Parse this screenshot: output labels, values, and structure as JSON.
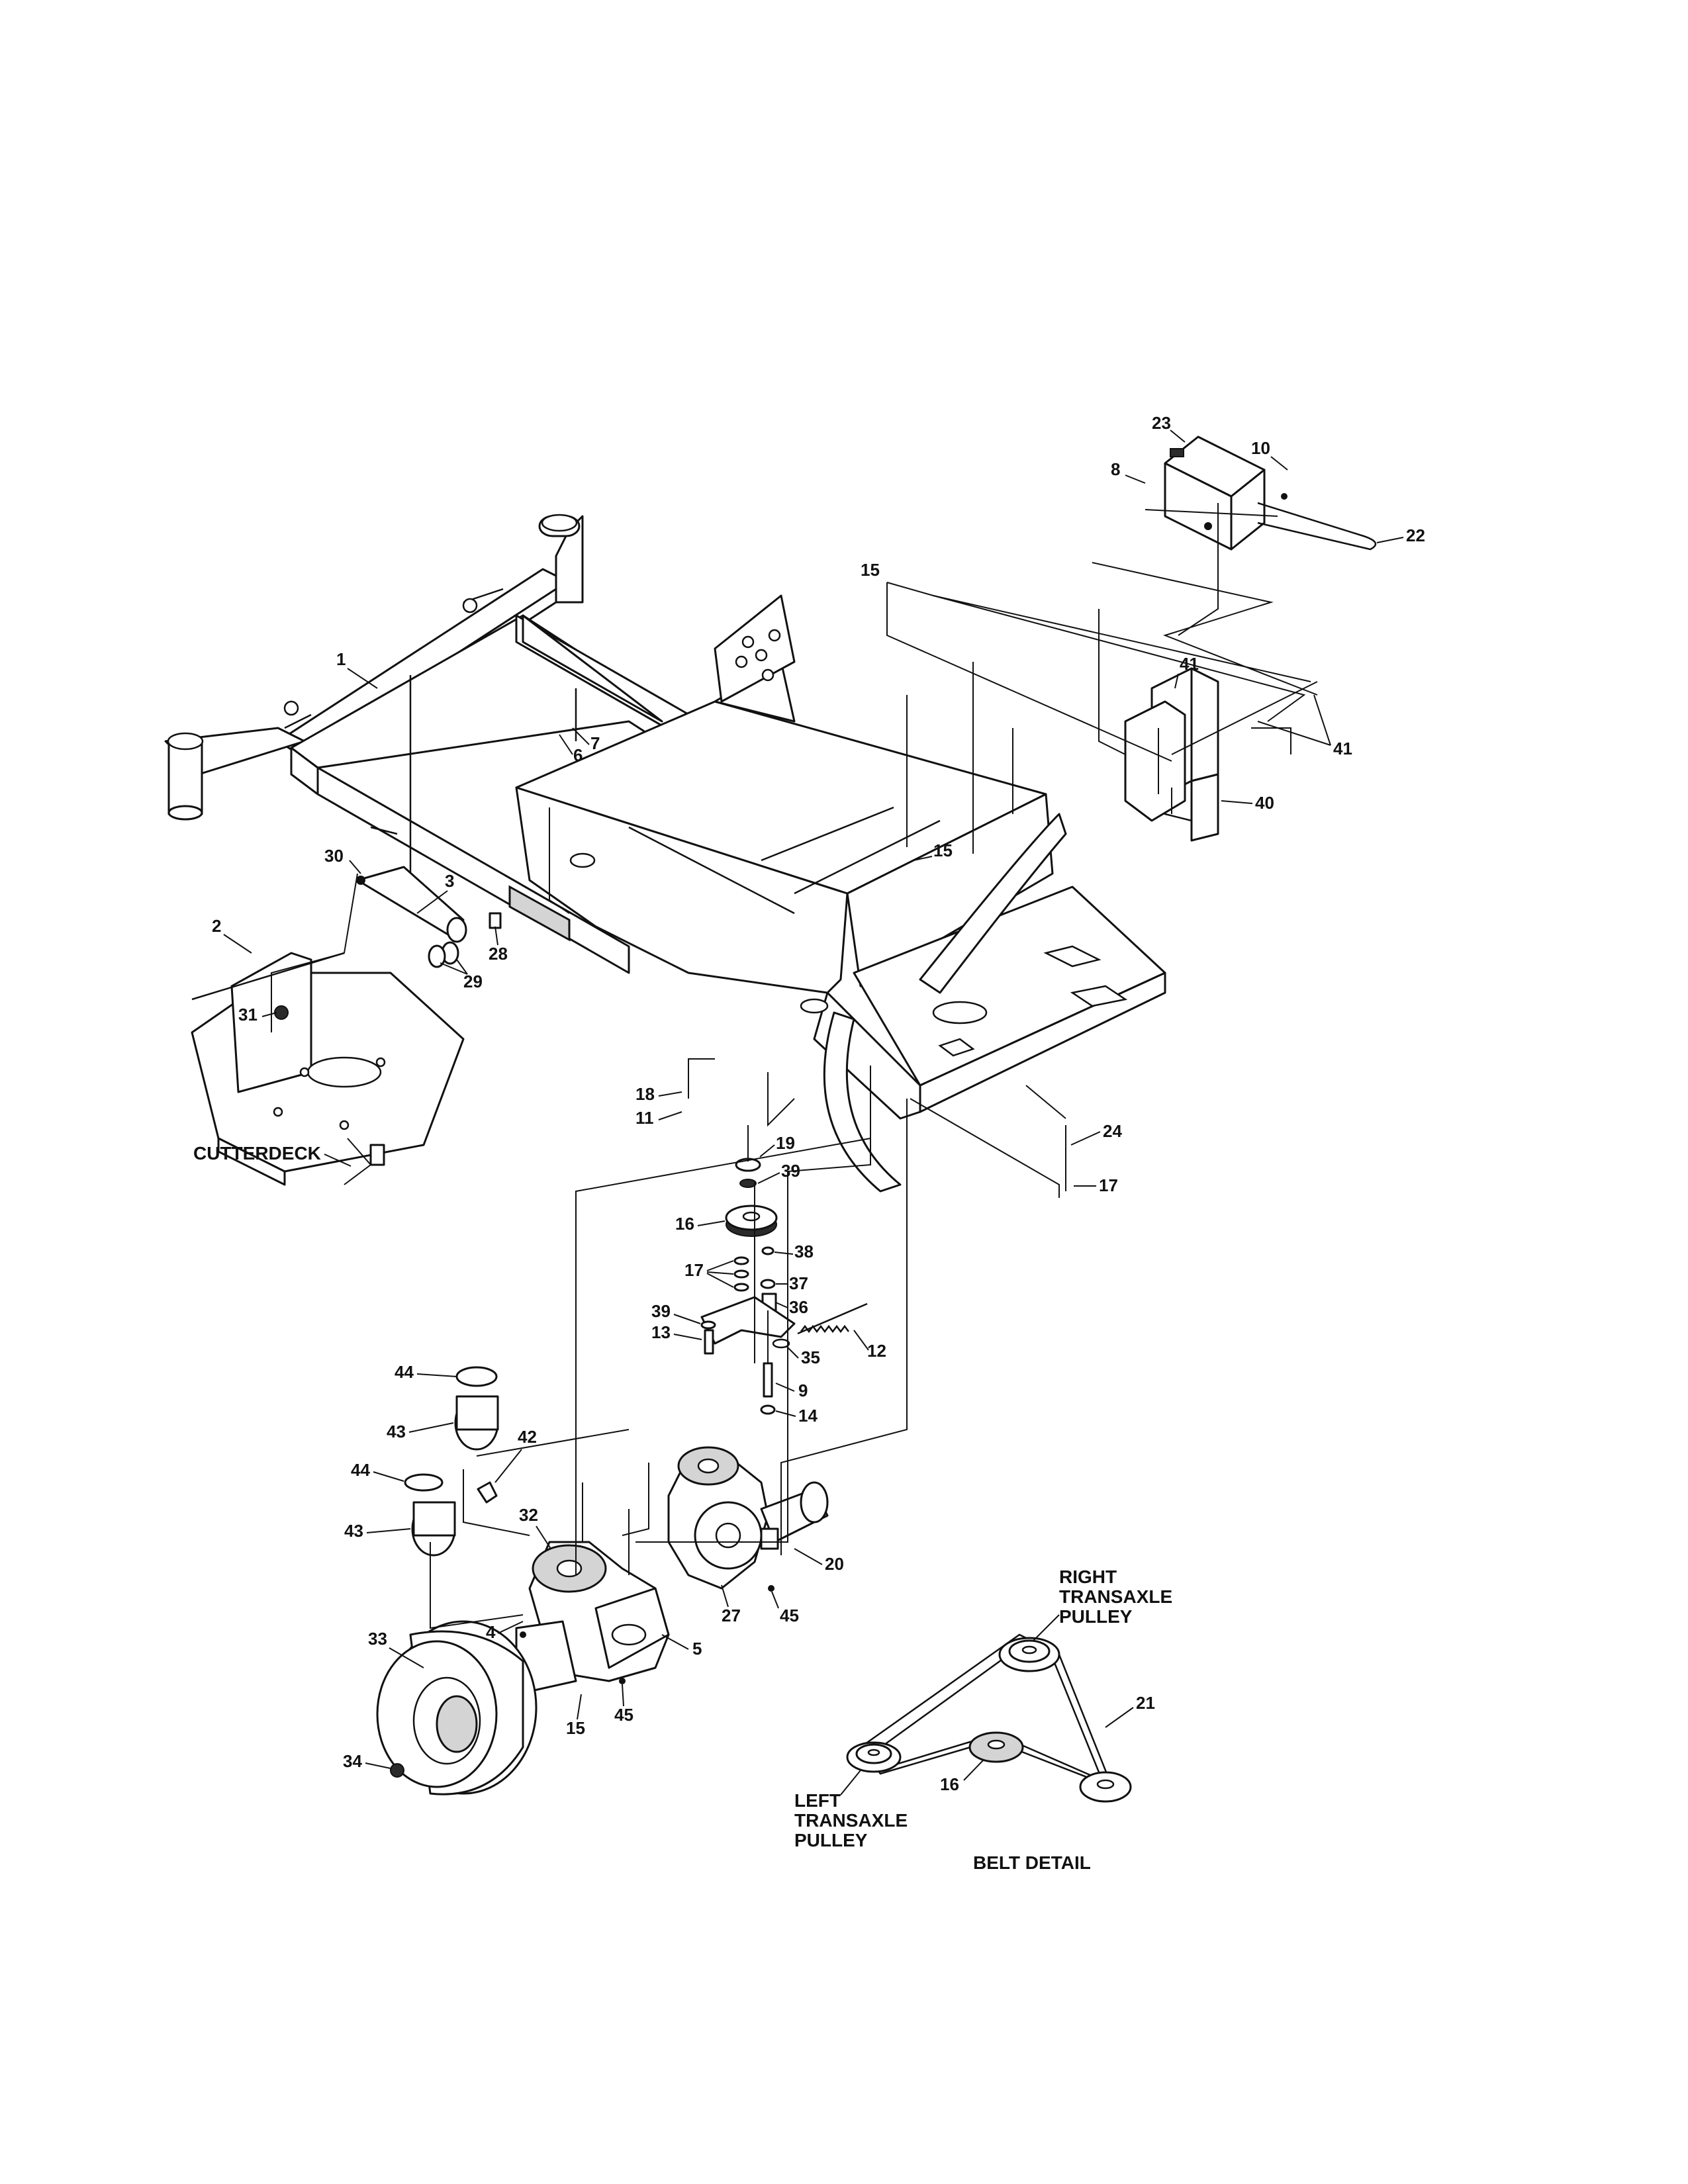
{
  "callouts": {
    "c1": "1",
    "c2": "2",
    "c3": "3",
    "c4": "4",
    "c5": "5",
    "c6": "6",
    "c7": "7",
    "c8": "8",
    "c9": "9",
    "c10": "10",
    "c11": "11",
    "c12": "12",
    "c13": "13",
    "c14": "14",
    "c15a": "15",
    "c15b": "15",
    "c15c": "15",
    "c16a": "16",
    "c16b": "16",
    "c17a": "17",
    "c17b": "17",
    "c18": "18",
    "c19": "19",
    "c20": "20",
    "c21": "21",
    "c22": "22",
    "c23": "23",
    "c24": "24",
    "c27": "27",
    "c28": "28",
    "c29": "29",
    "c30": "30",
    "c31": "31",
    "c32": "32",
    "c33": "33",
    "c34": "34",
    "c35": "35",
    "c36": "36",
    "c37": "37",
    "c38": "38",
    "c39a": "39",
    "c39b": "39",
    "c40": "40",
    "c41a": "41",
    "c41b": "41",
    "c42": "42",
    "c43a": "43",
    "c43b": "43",
    "c44a": "44",
    "c44b": "44",
    "c45a": "45",
    "c45b": "45"
  },
  "labels": {
    "cutterdeck": "CUTTERDECK",
    "right_pulley": [
      "RIGHT",
      "TRANSAXLE",
      "PULLEY"
    ],
    "left_pulley": [
      "LEFT",
      "TRANSAXLE",
      "PULLEY"
    ],
    "belt_detail": "BELT DETAIL"
  },
  "colors": {
    "line": "#111111",
    "background": "#ffffff",
    "shade": "#d4d4d4"
  }
}
